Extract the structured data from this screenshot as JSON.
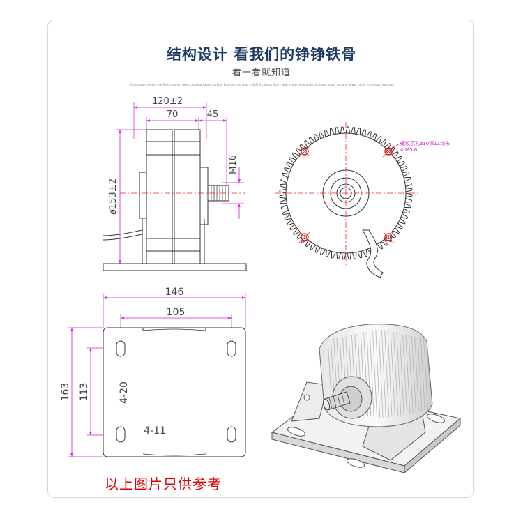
{
  "header": {
    "title": "结构设计   看我们的铮铮铁骨",
    "subtitle": "看一看就知道",
    "fine_print": "Clean experts enjoy life floor cleaner, deep cleaning expert lochlan brush in one step, indefine cleaner lobe - with a new generation of unique super cyclone power brush technique, increase"
  },
  "side_view": {
    "dim_overall": "120±2",
    "dim_body": "70",
    "dim_shaft": "45",
    "dim_thread": "M16",
    "dim_diameter": "ø153±2"
  },
  "front_view": {
    "hole_note_1": "螺纹沉孔ø10深11均布",
    "hole_note_2": "4-M5.6"
  },
  "base_view": {
    "dim_width": "146",
    "dim_hole_spacing_x": "105",
    "dim_height": "163",
    "dim_hole_spacing_y": "113",
    "dim_slot": "4-20",
    "dim_hole": "4-11"
  },
  "colors": {
    "dimension": "#d21fd2",
    "centerline": "#ff2020",
    "title": "#1c3b64",
    "note": "#e00000"
  },
  "footer": {
    "note": "以上图片只供参考"
  }
}
